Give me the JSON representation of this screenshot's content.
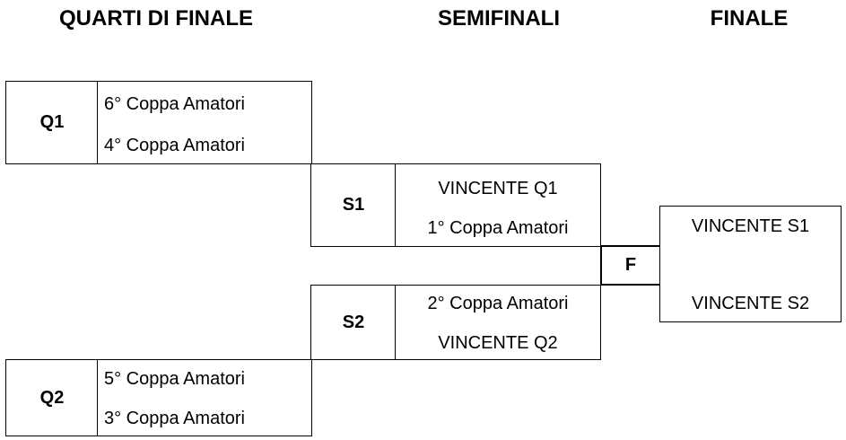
{
  "headers": {
    "quarterfinals": "QUARTI DI FINALE",
    "semifinals": "SEMIFINALI",
    "final": "FINALE"
  },
  "quarterfinals": [
    {
      "code": "Q1",
      "team1": "6° Coppa Amatori",
      "team2": "4° Coppa Amatori"
    },
    {
      "code": "Q2",
      "team1": "5° Coppa Amatori",
      "team2": "3° Coppa Amatori"
    }
  ],
  "semifinals": [
    {
      "code": "S1",
      "team1": "VINCENTE Q1",
      "team2": "1° Coppa Amatori"
    },
    {
      "code": "S2",
      "team1": "2° Coppa Amatori",
      "team2": "VINCENTE Q2"
    }
  ],
  "final": {
    "code": "F",
    "team1": "VINCENTE S1",
    "team2": "VINCENTE S2"
  },
  "colors": {
    "line": "#000000",
    "background": "#ffffff",
    "text": "#000000"
  }
}
